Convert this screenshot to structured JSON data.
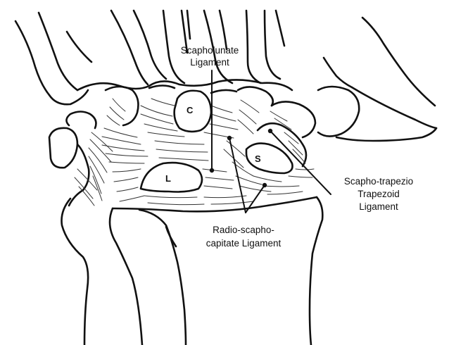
{
  "labels": {
    "scapholunate_line1": "Scapholunate",
    "scapholunate_line2": "Ligament",
    "scapho_trapezio_line1": "Scapho-trapezio",
    "scapho_trapezio_line2": "Trapezoid",
    "scapho_trapezio_line3": "Ligament",
    "radio_scapho_line1": "Radio-scapho-",
    "radio_scapho_line2": "capitate Ligament"
  },
  "bone_letters": {
    "capitate": "C",
    "lunate": "L",
    "scaphoid": "S"
  }
}
